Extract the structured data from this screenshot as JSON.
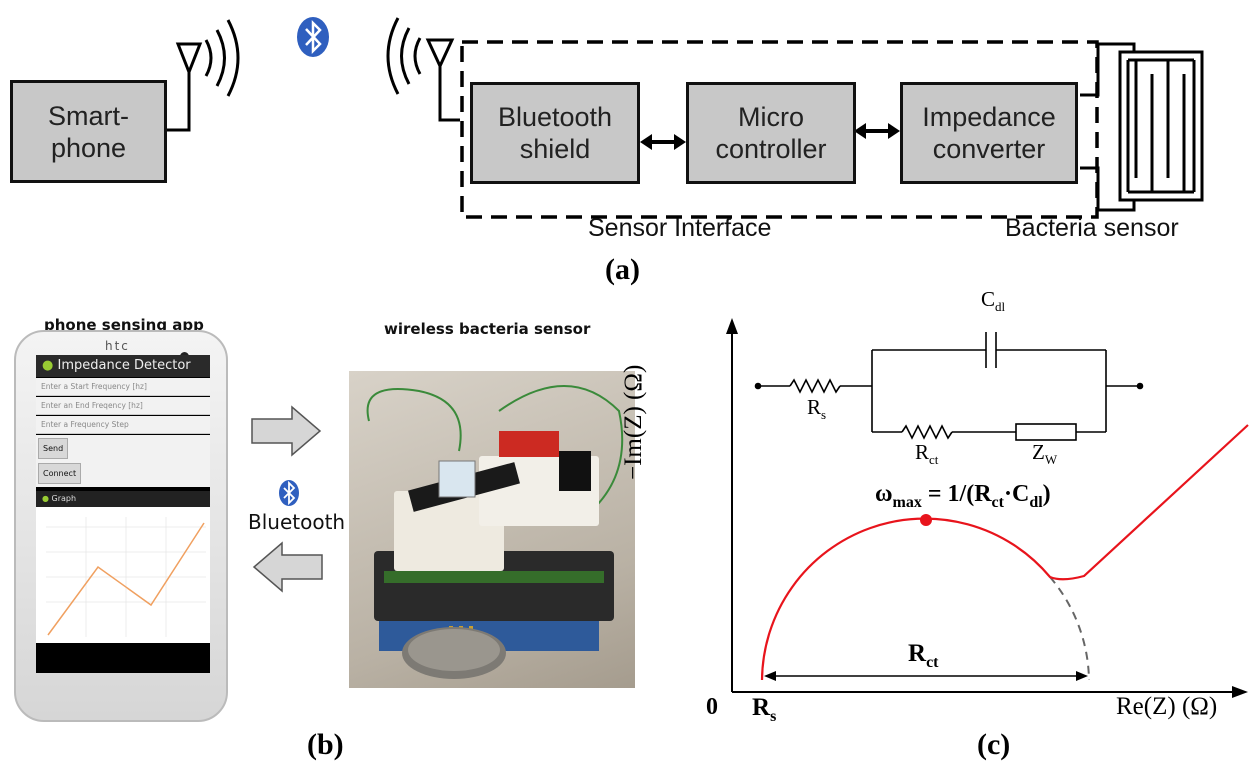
{
  "panel_a": {
    "smartphone_label": "Smart-\nphone",
    "bluetooth_shield_label": "Bluetooth\nshield",
    "micro_controller_label": "Micro\ncontroller",
    "impedance_converter_label": "Impedance\nconverter",
    "sensor_interface_label": "Sensor Interface",
    "bacteria_sensor_label": "Bacteria sensor",
    "caption": "(a)"
  },
  "panel_b": {
    "phone_app_title": "phone sensing app",
    "wireless_title": "wireless bacteria sensor",
    "phone_brand": "htc",
    "app_name": "Impedance Detector",
    "field_start_placeholder": "Enter a Start Frequency [hz]",
    "field_end_placeholder": "Enter an End Freqency [hz]",
    "field_step_placeholder": "Enter a Frequency Step",
    "send_button": "Send",
    "connect_button": "Connect",
    "graph_label": "Graph",
    "bluetooth_label": "Bluetooth",
    "caption": "(b)"
  },
  "panel_c": {
    "y_axis_label": "−Im(Z) (Ω)",
    "x_axis_label": "Re(Z) (Ω)",
    "origin_label": "0",
    "rs_axis_label": "R",
    "rs_axis_sub": "s",
    "rct_span_label": "R",
    "rct_span_sub": "ct",
    "omega_label": "ω",
    "omega_sub": "max",
    "omega_eq": " = 1/(R",
    "omega_eq_sub1": "ct",
    "omega_eq_mid": "·C",
    "omega_eq_sub2": "dl",
    "omega_eq_end": ")",
    "circuit_cdl": "C",
    "circuit_cdl_sub": "dl",
    "circuit_rs": "R",
    "circuit_rs_sub": "s",
    "circuit_rct": "R",
    "circuit_rct_sub": "ct",
    "circuit_zw": "Z",
    "circuit_zw_sub": "W",
    "curve_color": "#e8141c",
    "caption": "(c)"
  },
  "colors": {
    "box_fill": "#c8c8c8",
    "bluetooth_blue": "#2f5fbf",
    "arrow_fill": "#d6d6d6"
  }
}
